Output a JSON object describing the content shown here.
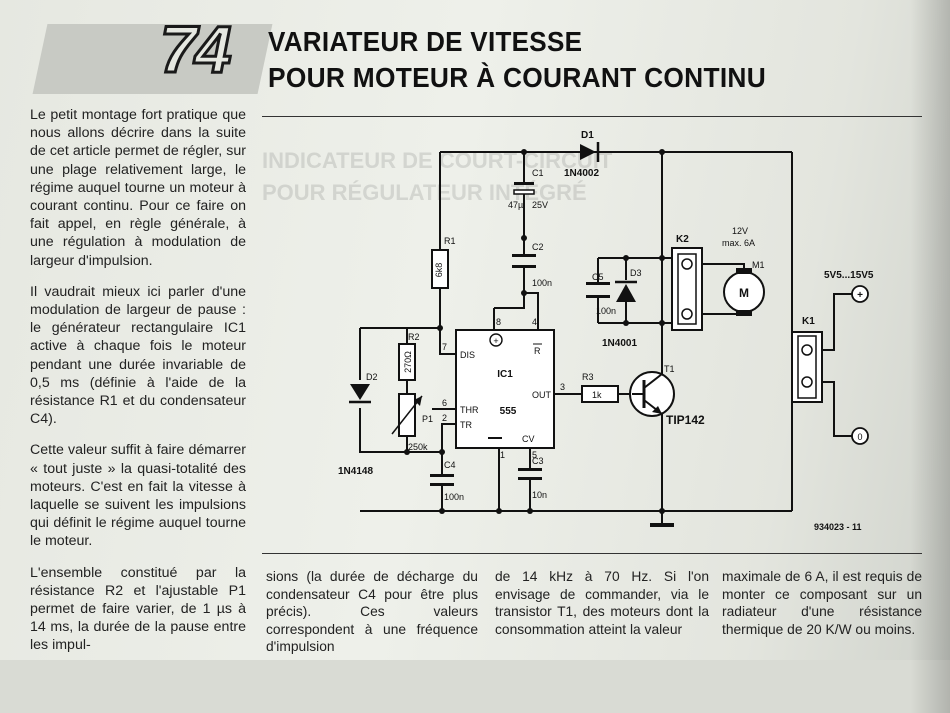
{
  "header": {
    "number": "74",
    "title_line1": "VARIATEUR DE VITESSE",
    "title_line2": "POUR MOTEUR À COURANT CONTINU"
  },
  "bleed_through": {
    "line1": "INDICATEUR DE COURT-CIRCUIT",
    "line2": "POUR RÉGULATEUR INTÉGRÉ"
  },
  "left_column": {
    "p1": "Le petit montage fort pratique que nous allons décrire dans la suite de cet article permet de régler, sur une plage relativement large, le régime auquel tourne un moteur à courant continu. Pour ce faire on fait appel, en règle générale, à une régulation à modulation de largeur d'impulsion.",
    "p2": "Il vaudrait mieux ici parler d'une modulation de largeur de pause : le générateur rectangulaire IC1 active à chaque fois le moteur pendant une durée invariable de 0,5 ms (définie à l'aide de la résistance R1 et du condensateur C4).",
    "p3": "Cette valeur suffit à faire démarrer « tout juste » la quasi-totalité des moteurs. C'est en fait la vitesse à laquelle se suivent les impulsions qui définit le régime auquel tourne le moteur.",
    "p4": "L'ensemble constitué par la résistance R2 et l'ajustable P1 permet de faire varier, de 1 µs à 14 ms, la durée de la pause entre les impul-"
  },
  "bottom_columns": {
    "c2": "sions (la durée de décharge du condensateur C4 pour être plus précis). Ces valeurs correspondent à une fréquence d'impulsion",
    "c3": "de 14 kHz à 70 Hz. Si l'on envisage de commander, via le transistor T1, des moteurs dont la consommation atteint la valeur",
    "c4": "maximale de 6 A, il est requis de monter ce composant sur un radiateur d'une résistance thermique de 20 K/W ou moins."
  },
  "schematic": {
    "D1": "D1",
    "D1_part": "1N4002",
    "C1": "C1",
    "C1_val1": "47µ",
    "C1_val2": "25V",
    "C2": "C2",
    "C2_val": "100n",
    "C3": "C3",
    "C3_val": "10n",
    "C4": "C4",
    "C4_val": "100n",
    "C5": "C5",
    "C5_val": "100n",
    "D3": "D3",
    "D3_part": "1N4001",
    "D2": "D2",
    "D2_part": "1N4148",
    "R1": "R1",
    "R1_val": "6k8",
    "R2": "R2",
    "R2_val": "270Ω",
    "R3": "R3",
    "R3_val": "1k",
    "P1": "P1",
    "P1_val": "250k",
    "K1": "K1",
    "K2": "K2",
    "M1": "M1",
    "motor": "M",
    "motor_v": "12V",
    "motor_i": "max. 6A",
    "supply": "5V5...15V5",
    "plus": "+",
    "zero": "0",
    "T1": "T1",
    "T1_part": "TIP142",
    "IC1": "IC1",
    "IC1_part": "555",
    "pin_DIS": "DIS",
    "pin_THR": "THR",
    "pin_TR": "TR",
    "pin_OUT": "OUT",
    "pin_CV": "CV",
    "pin_R": "R",
    "pin7": "7",
    "pin6": "6",
    "pin2": "2",
    "pin3": "3",
    "pin5": "5",
    "pin1": "1",
    "pin8": "8",
    "pin4": "4",
    "figure_id": "934023 - 11"
  }
}
